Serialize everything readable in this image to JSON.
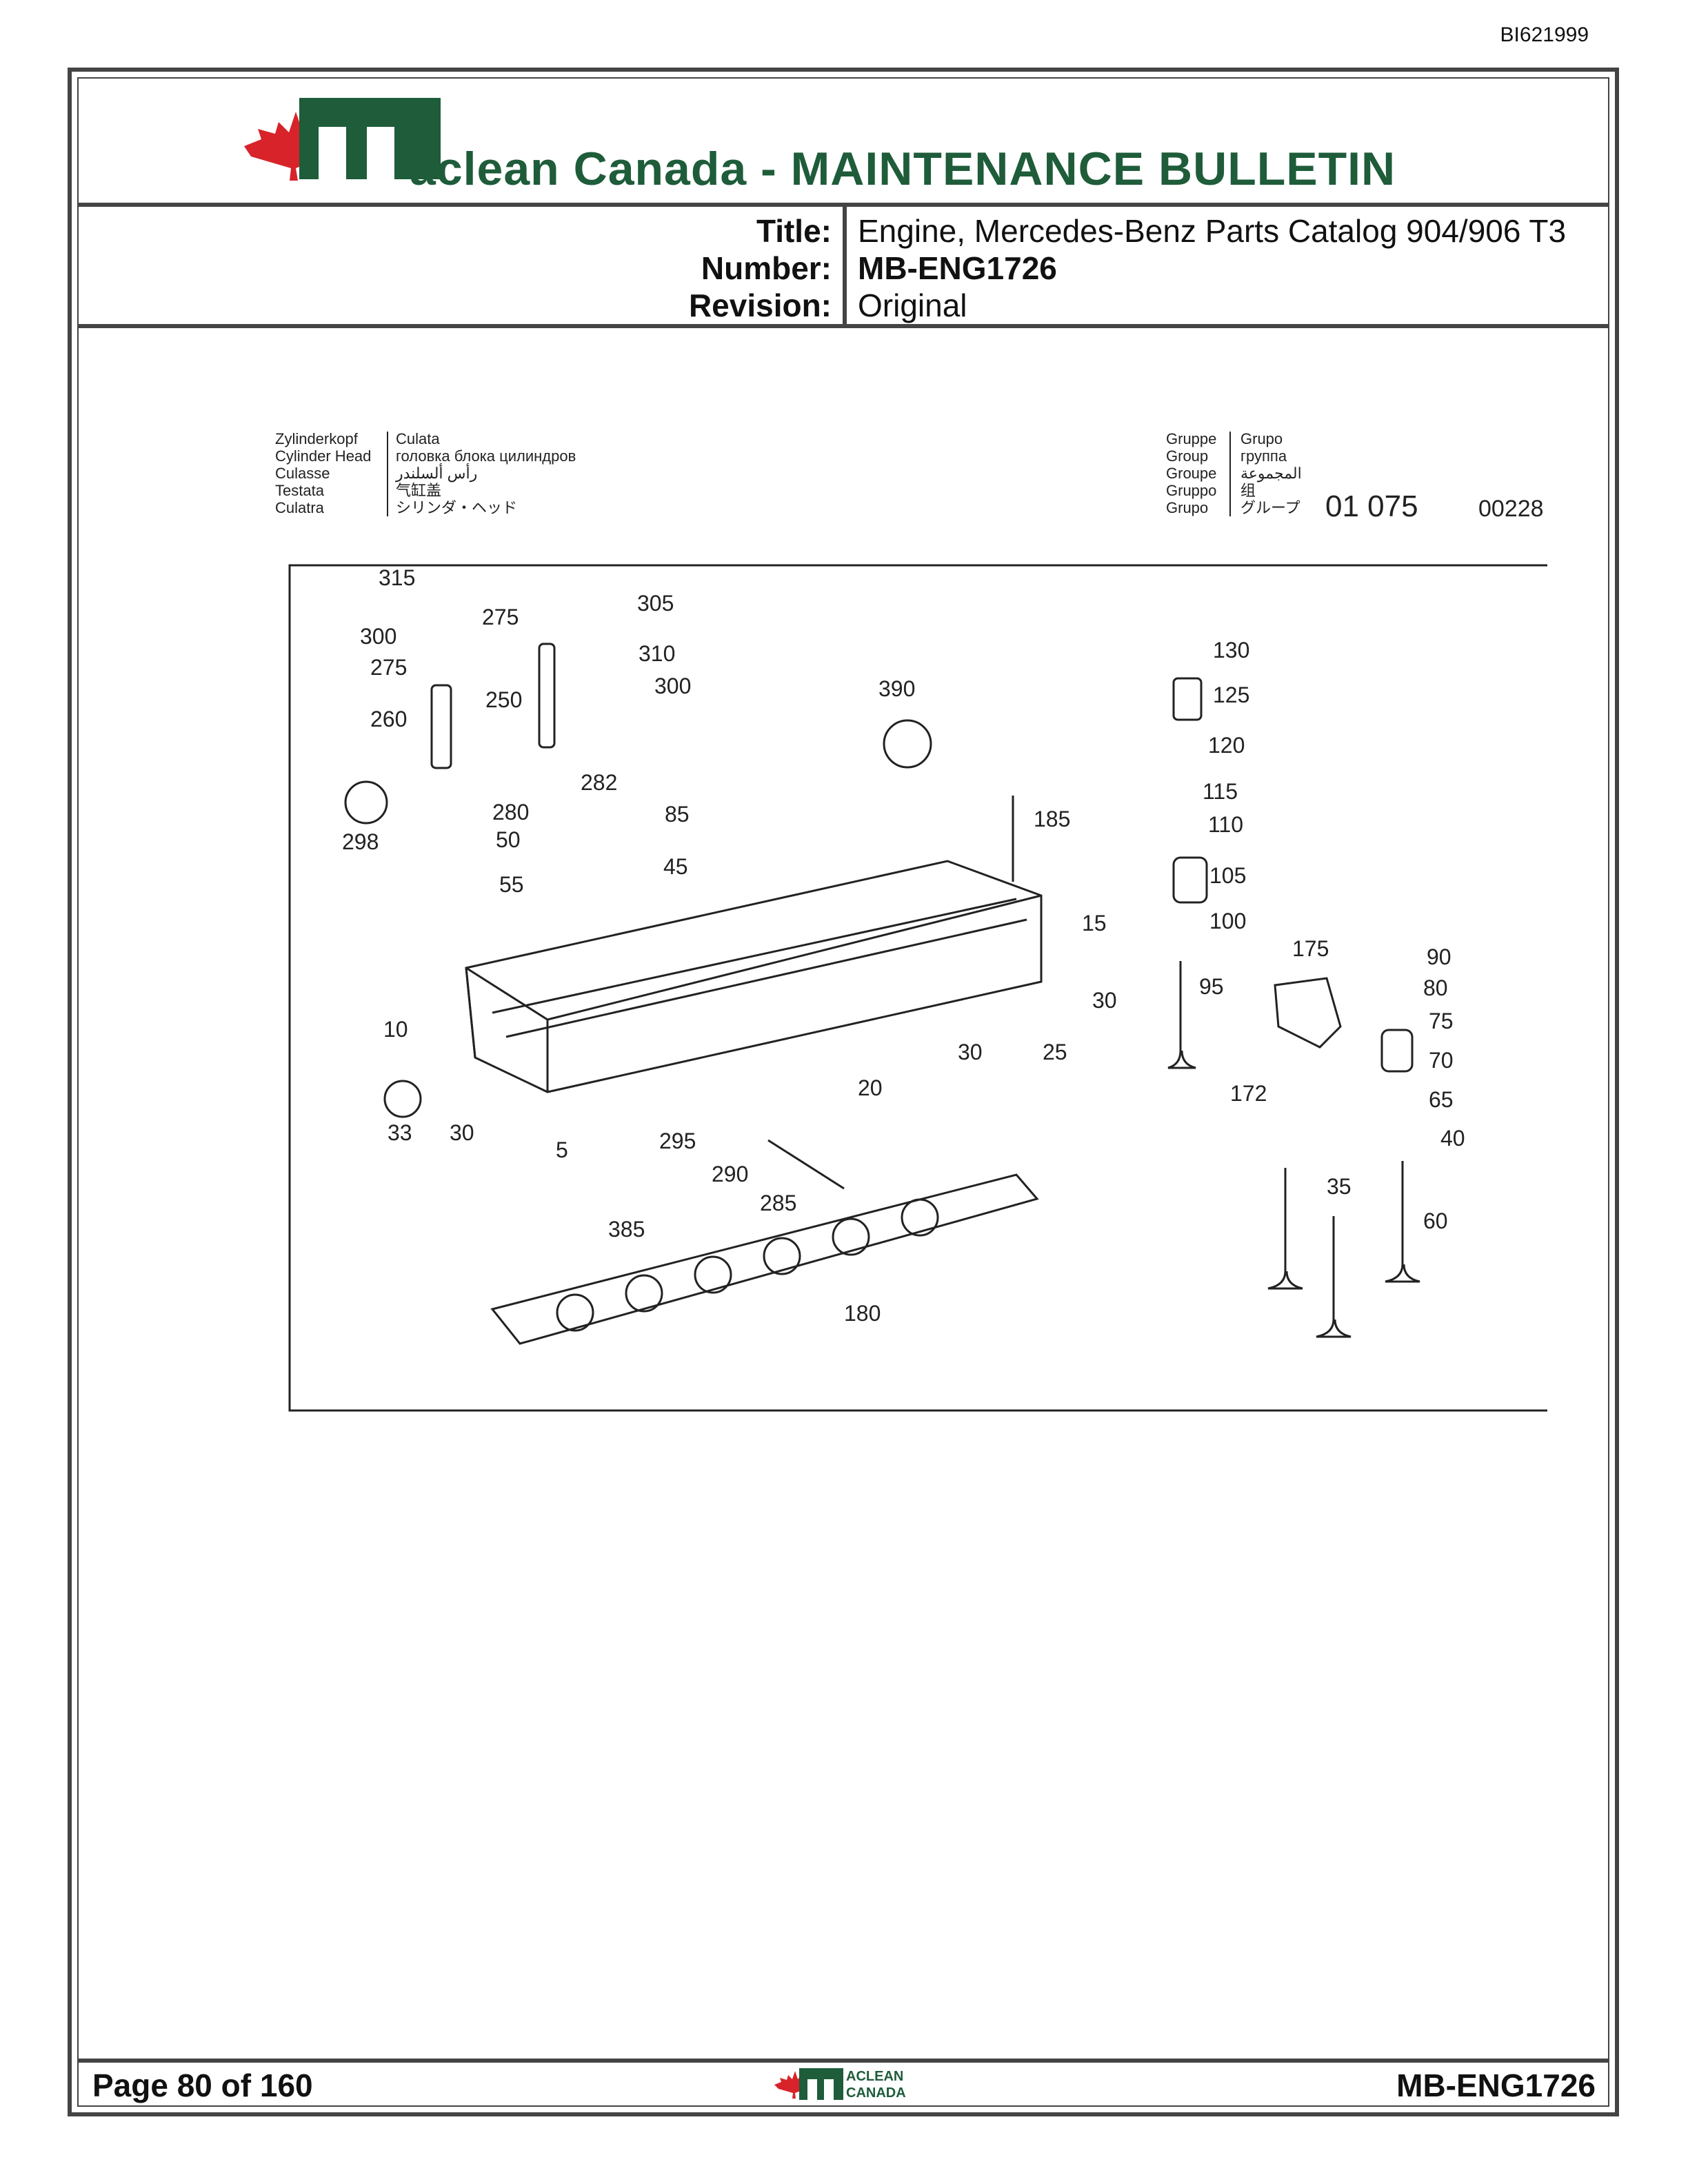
{
  "doc_id": "BI621999",
  "banner": {
    "brand_initial_logo": "M",
    "company": "aclean Canada - MAINTENANCE BULLETIN",
    "brand_color": "#1e5c3a",
    "accent_color": "#d8232a"
  },
  "meta": {
    "title_label": "Title:",
    "title_value": "Engine, Mercedes-Benz Parts Catalog 904/906 T3",
    "number_label": "Number:",
    "number_value": "MB-ENG1726",
    "revision_label": "Revision:",
    "revision_value": "Original"
  },
  "catalog_header": {
    "names_col1": [
      "Zylinderkopf",
      "Cylinder Head",
      "Culasse",
      "Testata",
      "Culatra"
    ],
    "names_col2": [
      "Culata",
      "головка блока цилиндров",
      "رأس ألسلندر",
      "气缸盖",
      "シリンダ・ヘッド"
    ],
    "group_col1": [
      "Gruppe",
      "Group",
      "Groupe",
      "Gruppo",
      "Grupo"
    ],
    "group_col2": [
      "Grupo",
      "группа",
      "المجموعة",
      "组",
      "グループ"
    ],
    "group_number": "01 075",
    "figure_number": "00228"
  },
  "callouts": [
    "315",
    "275",
    "305",
    "300",
    "310",
    "275",
    "300",
    "260",
    "250",
    "390",
    "130",
    "125",
    "120",
    "115",
    "110",
    "105",
    "100",
    "185",
    "282",
    "280",
    "85",
    "298",
    "50",
    "45",
    "55",
    "15",
    "175",
    "90",
    "80",
    "75",
    "70",
    "65",
    "40",
    "95",
    "30",
    "10",
    "30",
    "25",
    "20",
    "33",
    "30",
    "5",
    "295",
    "290",
    "285",
    "172",
    "35",
    "60",
    "385",
    "180"
  ],
  "footer": {
    "page_label": "Page 80 of 160",
    "logo_text_top": "ACLEAN",
    "logo_text_bottom": "CANADA",
    "doc_number": "MB-ENG1726"
  }
}
